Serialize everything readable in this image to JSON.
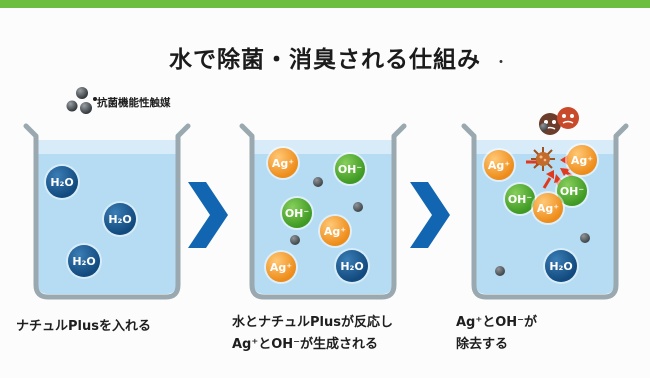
{
  "title": "水で除菌・消臭される仕組み",
  "title_mark": "・",
  "catalyst_label": "抗菌機能性触媒",
  "molecules": {
    "h2o": "H₂O",
    "ag": "Ag⁺",
    "oh": "OH⁻"
  },
  "captions": {
    "step1": "ナチュルPlusを入れる",
    "step2_line1": "水とナチュルPlusが反応し",
    "step2_line2": "Ag⁺とOH⁻が生成される",
    "step3_line1": "Ag⁺とOH⁻が",
    "step3_line2": "除去する"
  },
  "colors": {
    "accent_green": "#6cbf3e",
    "water_blue": "#b5dcf3",
    "arrow_blue": "#1266b1",
    "h2o_navy": "#124a7e",
    "ag_orange": "#ee8c1a",
    "oh_green": "#3f9a23",
    "reaction_red": "#e03a1e"
  },
  "icons": [
    "beaker-icon",
    "right-arrow-icon",
    "bacteria-icon",
    "odor-icon",
    "catalyst-particle-icon"
  ]
}
